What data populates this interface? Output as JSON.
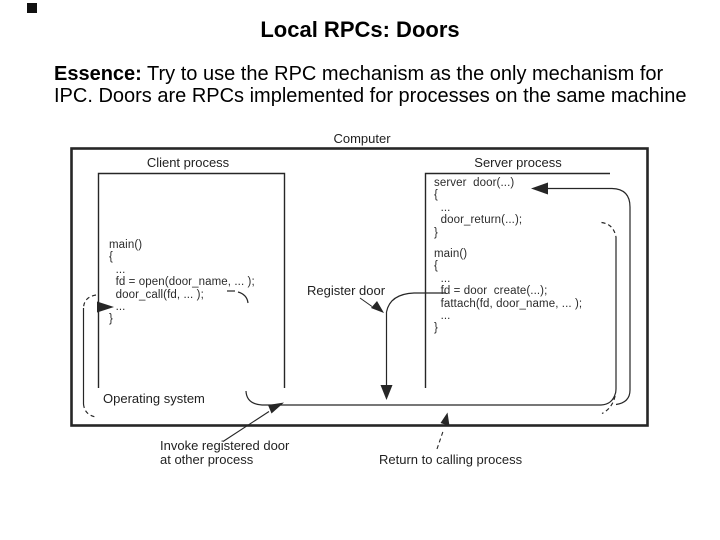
{
  "slide": {
    "title": "Local RPCs: Doors",
    "essence": {
      "lead": "Essence:",
      "line1_rest": " Try to use the RPC mechanism as the only mechanism for",
      "line2": "IPC. Doors are RPCs implemented for processes on the same machine"
    }
  },
  "diagram": {
    "computer_label": "Computer",
    "client_process": {
      "label": "Client process",
      "code": "main()\n{\n  ...\n  fd = open(door_name, ... );\n  door_call(fd, ... );\n  ...\n}"
    },
    "server_process": {
      "label": "Server process",
      "door_handler_code": "server  door(...)\n{\n  ...\n  door_return(...);\n}",
      "main_code": "main()\n{\n  ...\n  fd = door  create(...);\n  fattach(fd, door_name, ... );\n  ...\n}"
    },
    "register_door_label": "Register door",
    "operating_system_label": "Operating system",
    "invoke_label": "Invoke registered door\nat other process",
    "return_label": "Return to calling process"
  },
  "colors": {
    "background": "#ffffff",
    "line": "#262626",
    "text": "#1f1f1f"
  }
}
